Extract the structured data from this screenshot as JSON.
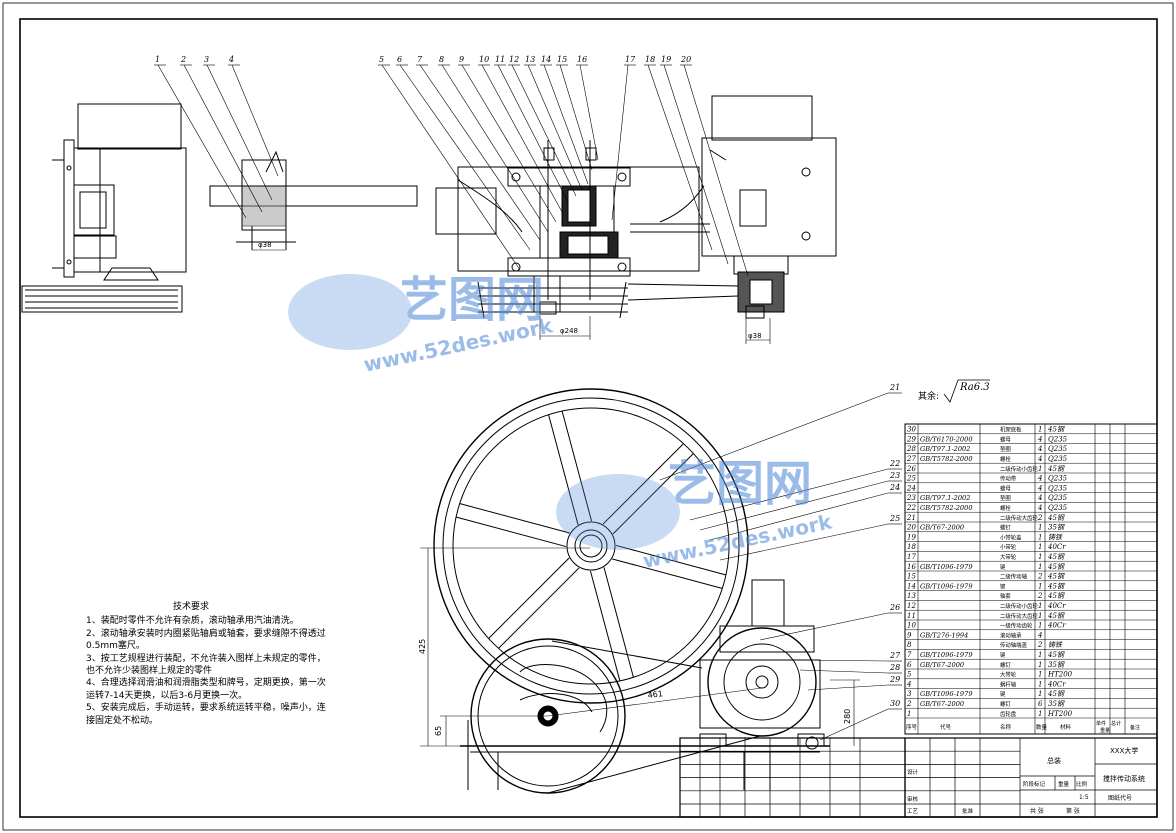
{
  "balloons": [
    "1",
    "2",
    "3",
    "4",
    "5",
    "6",
    "7",
    "8",
    "9",
    "10",
    "11",
    "12",
    "13",
    "14",
    "15",
    "16",
    "17",
    "18",
    "19",
    "20"
  ],
  "balloons_lower": [
    "21",
    "22",
    "23",
    "24",
    "25",
    "26",
    "27",
    "28",
    "29",
    "30"
  ],
  "dimensions": {
    "d1": "φ38",
    "d2": "φ248",
    "d3": "φ38",
    "height_425": "425",
    "dim_461": "461",
    "dim_65": "65",
    "dim_280": "280"
  },
  "roughness": {
    "prefix": "其余:",
    "value": "Ra6.3"
  },
  "tech_notes": {
    "title": "技术要求",
    "lines": [
      "1、装配时零件不允许有杂质，滚动轴承用汽油清洗。",
      "2、滚动轴承安装时内圈紧贴轴肩或轴套，要求缝隙不得透过0.5mm塞尺。",
      "3、按工艺规程进行装配，不允许装入图样上未规定的零件，也不允许少装图样上规定的零件",
      "4、合理选择润滑油和润滑脂类型和牌号，定期更换，第一次运转7-14天更换，以后3-6月更换一次。",
      "5、安装完成后，手动运转，要求系统运转平稳，噪声小，连接固定处不松动。"
    ]
  },
  "bom": [
    {
      "no": "30",
      "code": "",
      "name": "机架底板",
      "qty": "1",
      "mat": "45钢"
    },
    {
      "no": "29",
      "code": "GB/T6170-2000",
      "name": "螺母",
      "qty": "4",
      "mat": "Q235"
    },
    {
      "no": "28",
      "code": "GB/T97.1-2002",
      "name": "垫圈",
      "qty": "4",
      "mat": "Q235"
    },
    {
      "no": "27",
      "code": "GB/T5782-2000",
      "name": "螺栓",
      "qty": "4",
      "mat": "Q235"
    },
    {
      "no": "26",
      "code": "",
      "name": "二级传动小齿轮",
      "qty": "1",
      "mat": "45钢"
    },
    {
      "no": "25",
      "code": "",
      "name": "传动带",
      "qty": "4",
      "mat": "Q235"
    },
    {
      "no": "24",
      "code": "",
      "name": "螺母",
      "qty": "4",
      "mat": "Q235"
    },
    {
      "no": "23",
      "code": "GB/T97.1-2002",
      "name": "垫圈",
      "qty": "4",
      "mat": "Q235"
    },
    {
      "no": "22",
      "code": "GB/T5782-2000",
      "name": "螺栓",
      "qty": "4",
      "mat": "Q235"
    },
    {
      "no": "21",
      "code": "",
      "name": "二级传动大齿轮",
      "qty": "2",
      "mat": "45钢"
    },
    {
      "no": "20",
      "code": "GB/T67-2000",
      "name": "螺钉",
      "qty": "1",
      "mat": "35钢"
    },
    {
      "no": "19",
      "code": "",
      "name": "小带轮盖",
      "qty": "1",
      "mat": "铸铁"
    },
    {
      "no": "18",
      "code": "",
      "name": "小带轮",
      "qty": "1",
      "mat": "40Cr"
    },
    {
      "no": "17",
      "code": "",
      "name": "大带轮",
      "qty": "1",
      "mat": "45钢"
    },
    {
      "no": "16",
      "code": "GB/T1096-1979",
      "name": "键",
      "qty": "1",
      "mat": "45钢"
    },
    {
      "no": "15",
      "code": "",
      "name": "二级传动轴",
      "qty": "2",
      "mat": "45钢"
    },
    {
      "no": "14",
      "code": "GB/T1096-1979",
      "name": "键",
      "qty": "1",
      "mat": "45钢"
    },
    {
      "no": "13",
      "code": "",
      "name": "轴套",
      "qty": "2",
      "mat": "45钢"
    },
    {
      "no": "12",
      "code": "",
      "name": "二级传动小齿轮",
      "qty": "1",
      "mat": "40Cr"
    },
    {
      "no": "11",
      "code": "",
      "name": "二级传动大齿轮",
      "qty": "1",
      "mat": "45钢"
    },
    {
      "no": "10",
      "code": "",
      "name": "一级传动齿轮",
      "qty": "1",
      "mat": "40Cr"
    },
    {
      "no": "9",
      "code": "GB/T276-1994",
      "name": "滚动轴承",
      "qty": "4",
      "mat": ""
    },
    {
      "no": "8",
      "code": "",
      "name": "传动轴端盖",
      "qty": "2",
      "mat": "铸铁"
    },
    {
      "no": "7",
      "code": "GB/T1096-1979",
      "name": "键",
      "qty": "1",
      "mat": "45钢"
    },
    {
      "no": "6",
      "code": "GB/T67-2000",
      "name": "螺钉",
      "qty": "1",
      "mat": "35钢"
    },
    {
      "no": "5",
      "code": "",
      "name": "大带轮",
      "qty": "1",
      "mat": "HT200"
    },
    {
      "no": "4",
      "code": "",
      "name": "蜗杆轴",
      "qty": "1",
      "mat": "40Cr"
    },
    {
      "no": "3",
      "code": "GB/T1096-1979",
      "name": "键",
      "qty": "1",
      "mat": "45钢"
    },
    {
      "no": "2",
      "code": "GB/T67-2000",
      "name": "螺钉",
      "qty": "6",
      "mat": "35钢"
    },
    {
      "no": "1",
      "code": "",
      "name": "齿轮盘",
      "qty": "1",
      "mat": "HT200"
    }
  ],
  "bom_header": {
    "no": "序号",
    "code": "代号",
    "name": "名称",
    "qty": "数量",
    "mat": "材料",
    "single": "单件",
    "total": "总计",
    "weight": "重量",
    "remark": "备注"
  },
  "title_block": {
    "school": "XXX大学",
    "drawing_name": "搅拌传动系统",
    "assembly": "总装",
    "drawing_no": "图纸代号",
    "scale_label": "比例",
    "scale": "1:5",
    "weight_label": "重量",
    "stage_label": "阶段标记",
    "design": "设计",
    "review": "审核",
    "process": "工艺",
    "approve": "批准",
    "sheets": "共 张",
    "sheet": "第 张"
  },
  "watermark": {
    "cn": "艺图网",
    "url": "www.52des.work"
  },
  "colors": {
    "line": "#000000",
    "watermark": "#4a86d8"
  }
}
